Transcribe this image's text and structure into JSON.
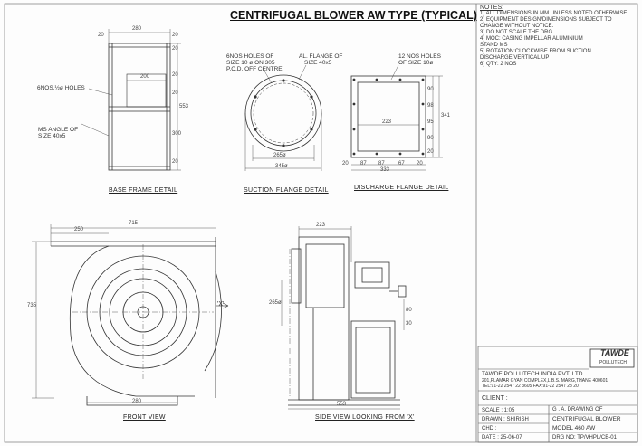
{
  "title": "CENTRIFUGAL BLOWER AW TYPE (TYPICAL)",
  "notes": {
    "heading": "NOTES:",
    "items": [
      "1) ALL DIMENSIONS IN MM UNLESS NOTED OTHERWISE",
      "2) EQUIPMENT DESIGN/DIMENSIONS SUBJECT TO",
      "    CHANGE WITHOUT NOTICE.",
      "3) DO NOT SCALE THE DRG.",
      "4) MOC: CASING IMPELLAR ALUMINIUM",
      "           STAND MS",
      "5) ROTATION:CLOCKWISE FROM SUCTION",
      "    DISCHARGE:VERTICAL UP",
      "6) QTY: 2 NOS"
    ]
  },
  "views": {
    "base_frame": {
      "caption": "BASE FRAME DETAIL",
      "holes_label": "6NOS.½ø HOLES",
      "angle_label_1": "MS ANGLE OF",
      "angle_label_2": "SIZE 40x5",
      "dims": {
        "width": "280",
        "inner": "200",
        "left": "20",
        "right": "20",
        "side": "20",
        "h1": "553",
        "h2": "300",
        "h3": "20",
        "h4": "20",
        "h5": "20"
      }
    },
    "suction_flange": {
      "caption": "SUCTION FLANGE DETAIL",
      "holes_1": "6NOS HOLES OF",
      "holes_2": "SIZE 10 ø ON 305",
      "holes_3": "P.C.D. OFF CENTRE",
      "flange_1": "AL. FLANGE OF",
      "flange_2": "SIZE 40x5",
      "dims": {
        "inner": "265ø",
        "outer": "345ø"
      }
    },
    "discharge_flange": {
      "caption": "DISCHARGE FLANGE DETAIL",
      "holes_1": "12 NOS HOLES",
      "holes_2": "OF SIZE 10ø",
      "dims": {
        "d223": "223",
        "d20a": "20",
        "d87a": "87",
        "d87b": "87",
        "d67": "67",
        "d20b": "20",
        "d333": "333",
        "v90": "90",
        "v98": "98",
        "v95": "95",
        "v90b": "90",
        "v20": "20",
        "v341": "341"
      }
    },
    "front_view": {
      "caption": "FRONT VIEW",
      "dims": {
        "top": "715",
        "left": "250",
        "height": "735",
        "bottom": "280"
      }
    },
    "side_view": {
      "caption": "SIDE VIEW LOOKING FROM 'X'",
      "x_marker": "'X'",
      "dims": {
        "top": "223",
        "dia": "265ø",
        "bottom": "553",
        "v80": "80",
        "v30": "30"
      }
    }
  },
  "title_block": {
    "logo_1": "TAWDE",
    "logo_2": "POLLUTECH",
    "company": "TAWDE POLLUTECH INDIA PVT. LTD.",
    "address_1": "201,PLAMAR GYAN COMPLEX,L.B.S. MARG,THANE 400601",
    "address_2": "TEL:91-22 2547 22 3605  FAX:91-22 2547 28 20",
    "client_label": "CLIENT :",
    "scale": "SCALE : 1:05",
    "drawn": "DRAWN : SHIRISH",
    "chd": "CHD :",
    "date": "DATE :         25-06-07",
    "desc_1": "G .  A.       DRAWING OF",
    "desc_2": "CENTRIFUGAL BLOWER",
    "desc_3": "MODEL 460 AW",
    "drg_no": "DRG NO: TP/VHPL/CB-01"
  }
}
